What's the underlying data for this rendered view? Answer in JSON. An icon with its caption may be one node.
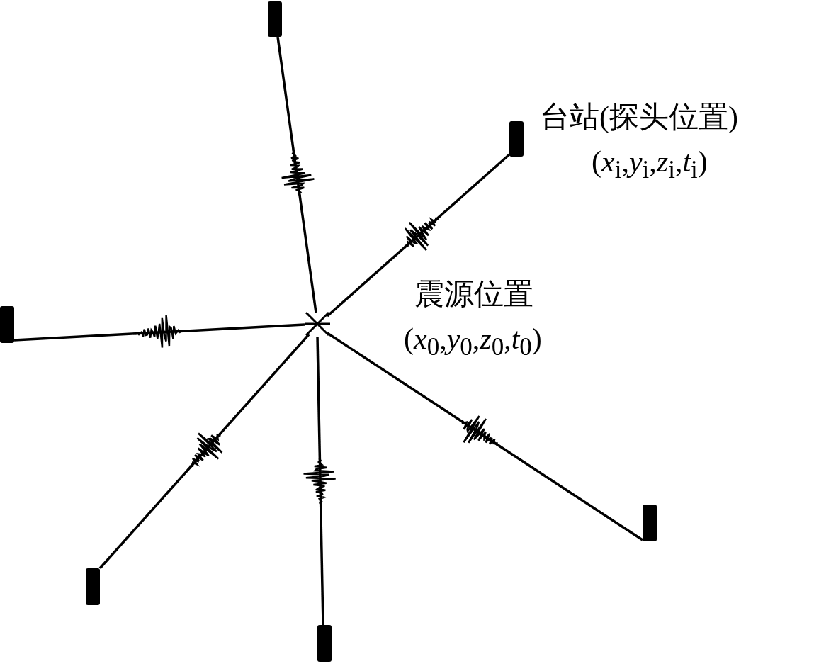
{
  "diagram": {
    "nodes": [
      {
        "text": [],
        "shape": "cross",
        "beside": [
          "震源位置",
          "(*x*$_{0}$,*y*$_{0}$,*z*$_{0}$,*t*$_{0}$)"
        ]
      },
      {
        "text": [],
        "shape": "bar"
      },
      {
        "text": [],
        "shape": "bar",
        "beside": [
          "台站(探头位置)",
          "(*x*$_{i}$,*y*$_{i}$,*z*$_{i}$,*t*$_{i}$)"
        ]
      },
      {
        "text": [],
        "shape": "bar"
      },
      {
        "text": [],
        "shape": "bar"
      },
      {
        "text": [],
        "shape": "bar"
      },
      {
        "text": [],
        "shape": "bar"
      }
    ],
    "edges": [
      {
        "from": 0,
        "to": 1,
        "arrow": "none"
      },
      {
        "from": 0,
        "to": 2,
        "arrow": "none"
      },
      {
        "from": 0,
        "to": 3,
        "arrow": "none"
      },
      {
        "from": 0,
        "to": 4,
        "arrow": "none"
      },
      {
        "from": 0,
        "to": 5,
        "arrow": "none"
      },
      {
        "from": 0,
        "to": 6,
        "arrow": "none"
      }
    ]
  }
}
